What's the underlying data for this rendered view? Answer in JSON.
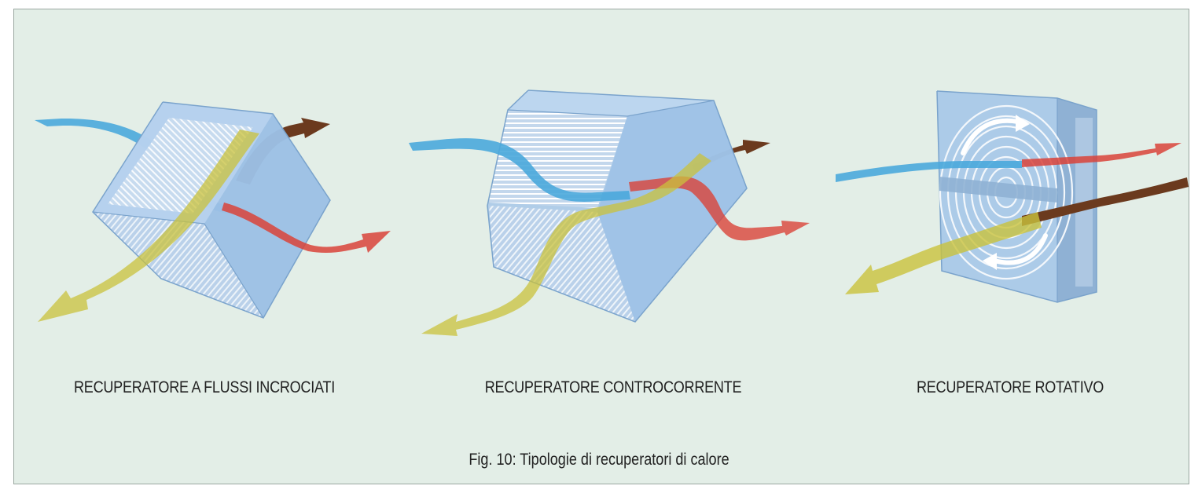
{
  "labels": {
    "cross_flow": "RECUPERATORE A FLUSSI INCROCIATI",
    "counter_flow": "RECUPERATORE CONTROCORRENTE",
    "rotary": "RECUPERATORE ROTATIVO"
  },
  "caption": "Fig. 10: Tipologie di recuperatori di calore",
  "colors": {
    "background": "#e3eee7",
    "box": "#a9c8e8",
    "fresh_air_blue": "#4aa9dc",
    "exhaust_red": "#d9433a",
    "supply_yellow": "#c9c23c",
    "outlet_brown": "#6b3a1e"
  },
  "icons": [
    "rotation-arrow-icon"
  ]
}
